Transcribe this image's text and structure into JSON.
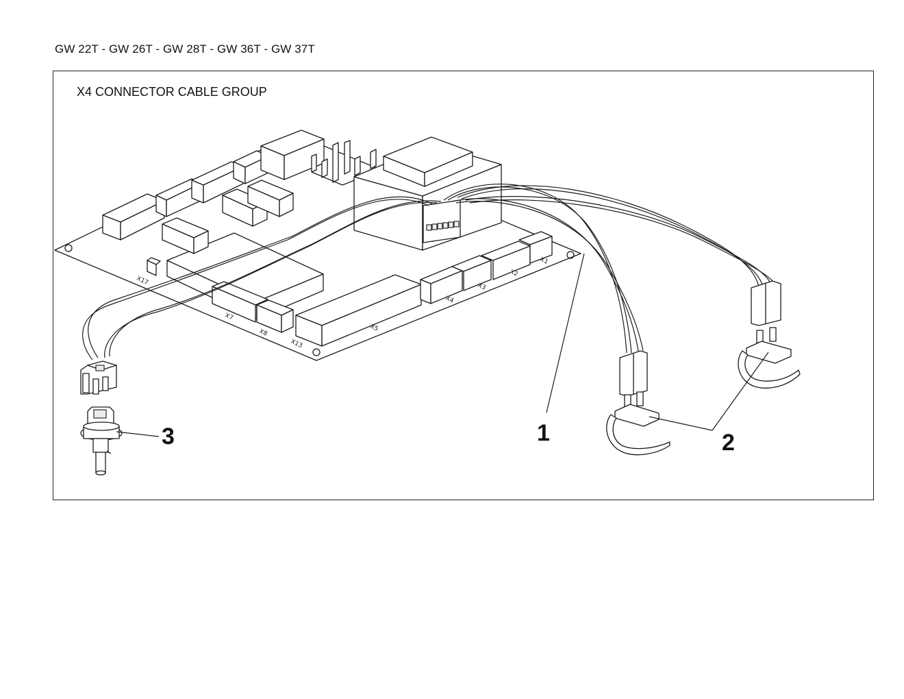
{
  "header": {
    "models": "GW 22T - GW 26T - GW 28T - GW 36T - GW 37T"
  },
  "diagram": {
    "title": "X4 CONNECTOR CABLE GROUP",
    "connector_labels": [
      "X17",
      "X7",
      "X8",
      "X13",
      "X5",
      "X4",
      "X3",
      "X2",
      "X1"
    ],
    "callouts": [
      "1",
      "2",
      "3"
    ]
  }
}
